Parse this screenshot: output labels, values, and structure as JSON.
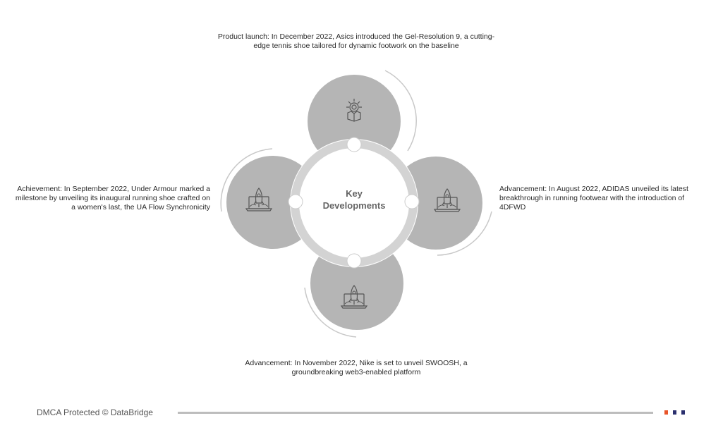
{
  "center_title": [
    "Key",
    "Developments"
  ],
  "items": [
    {
      "position": "top",
      "text": "Product launch: In December 2022, Asics introduced the Gel-Resolution 9, a cutting-edge tennis shoe tailored for dynamic footwork on the baseline",
      "icon": "lightbulb-box-icon"
    },
    {
      "position": "right",
      "text": "Advancement: In August 2022, ADIDAS unveiled its latest breakthrough in running footwear with the introduction of 4DFWD",
      "icon": "rocket-laptop-icon"
    },
    {
      "position": "bottom",
      "text": "Advancement: In November 2022, Nike is set to unveil SWOOSH, a groundbreaking web3-enabled platform",
      "icon": "rocket-laptop-icon"
    },
    {
      "position": "left",
      "text": "Achievement: In September 2022, Under Armour marked a milestone by unveiling its inaugural running shoe crafted on a women's last, the UA Flow Synchronicity",
      "icon": "rocket-laptop-icon"
    }
  ],
  "footer": {
    "text": "DMCA Protected © DataBridge"
  },
  "colors": {
    "circle": "#b5b5b5",
    "ring": "#d3d3d3",
    "accent_orange": "#e8552a",
    "accent_navy": "#2a2f6e"
  }
}
